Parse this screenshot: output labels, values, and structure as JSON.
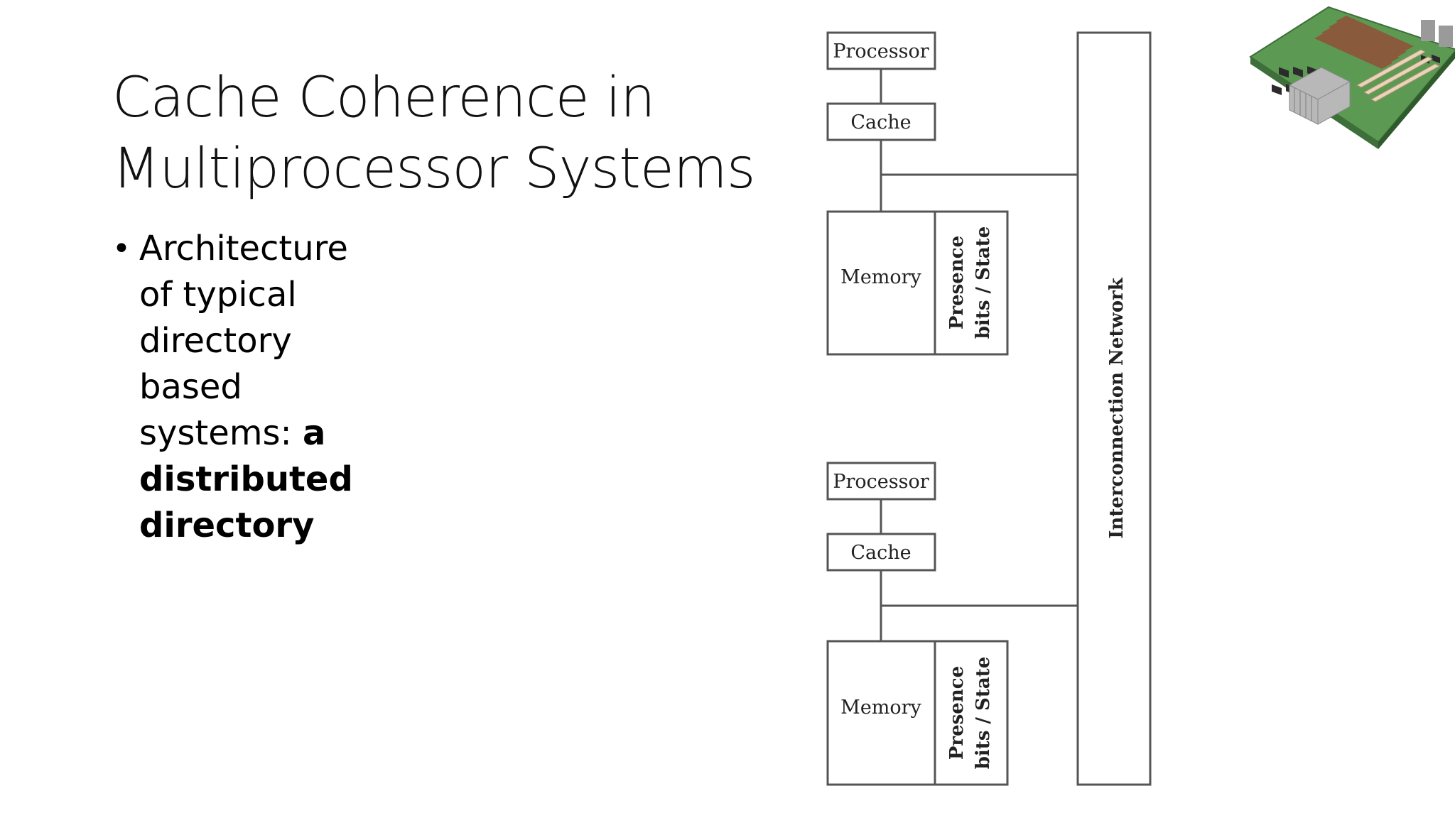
{
  "slide": {
    "title_lines": [
      "Cache Coherence in",
      "Multiprocessor Systems"
    ],
    "bullet": {
      "lines": [
        "Architecture",
        "of typical",
        "directory",
        "based"
      ],
      "line5_normal": "systems: ",
      "line5_bold": "a",
      "bold_lines": [
        "distributed",
        "directory"
      ]
    }
  },
  "diagram": {
    "nodes": [
      {
        "processor_label": "Processor",
        "cache_label": "Cache",
        "memory_label": "Memory",
        "directory_label_line1": "Presence",
        "directory_label_line2": "bits / State"
      },
      {
        "processor_label": "Processor",
        "cache_label": "Cache",
        "memory_label": "Memory",
        "directory_label_line1": "Presence",
        "directory_label_line2": "bits / State"
      }
    ],
    "network_label": "Interconnection Network"
  },
  "icons": {
    "motherboard": "motherboard-icon"
  },
  "colors": {
    "board_green": "#5c9a54",
    "line_gray": "#555555"
  }
}
